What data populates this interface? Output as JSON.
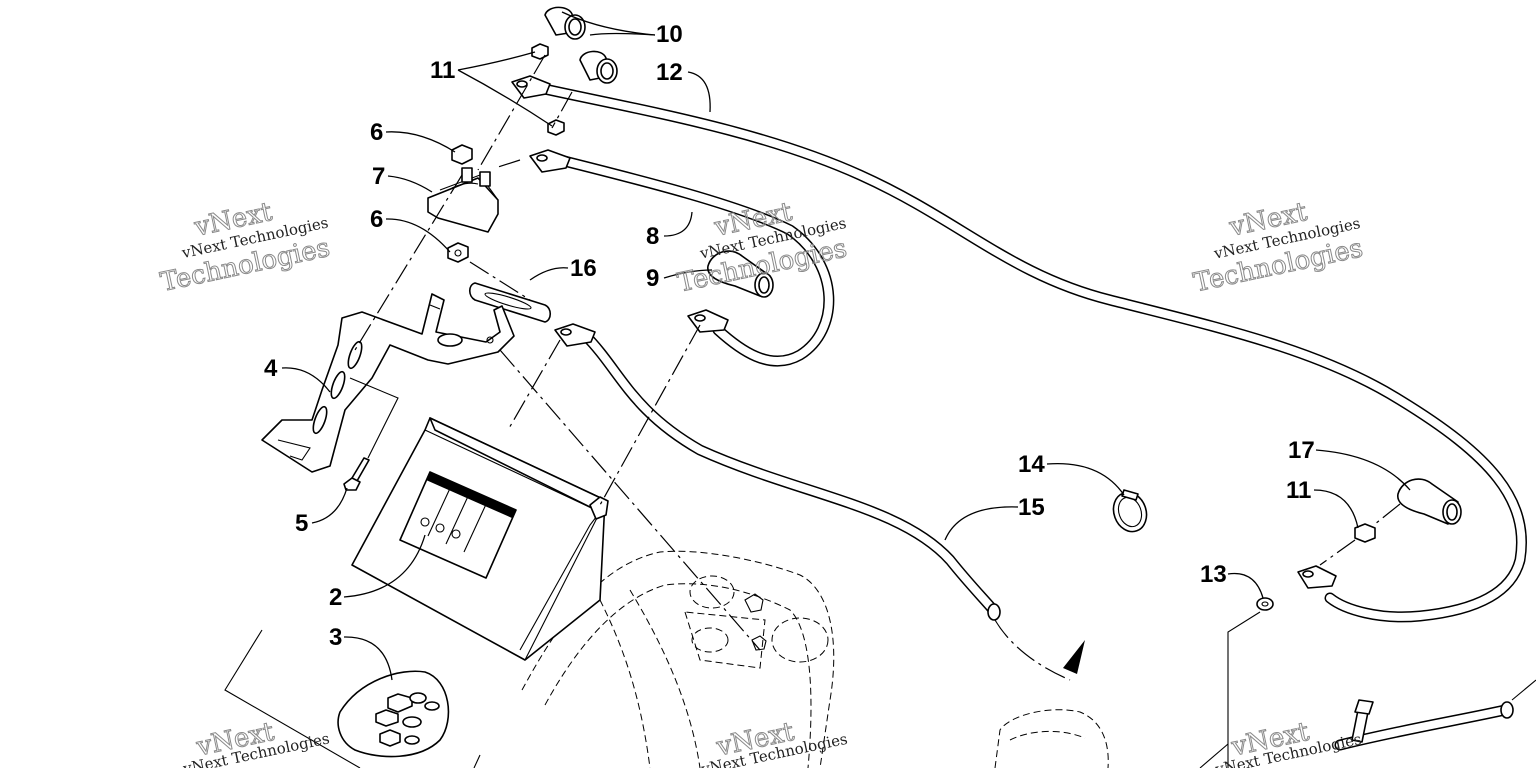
{
  "diagram": {
    "callouts": {
      "c10": "10",
      "c11a": "11",
      "c12": "12",
      "c6a": "6",
      "c7": "7",
      "c6b": "6",
      "c8": "8",
      "c9": "9",
      "c16": "16",
      "c4": "4",
      "c5": "5",
      "c2": "2",
      "c3": "3",
      "c14": "14",
      "c15": "15",
      "c17": "17",
      "c11b": "11",
      "c13": "13"
    },
    "watermark": {
      "brand_top": "vNext",
      "brand_line": "vNext Technologies",
      "brand_bottom": "Technologies"
    }
  }
}
